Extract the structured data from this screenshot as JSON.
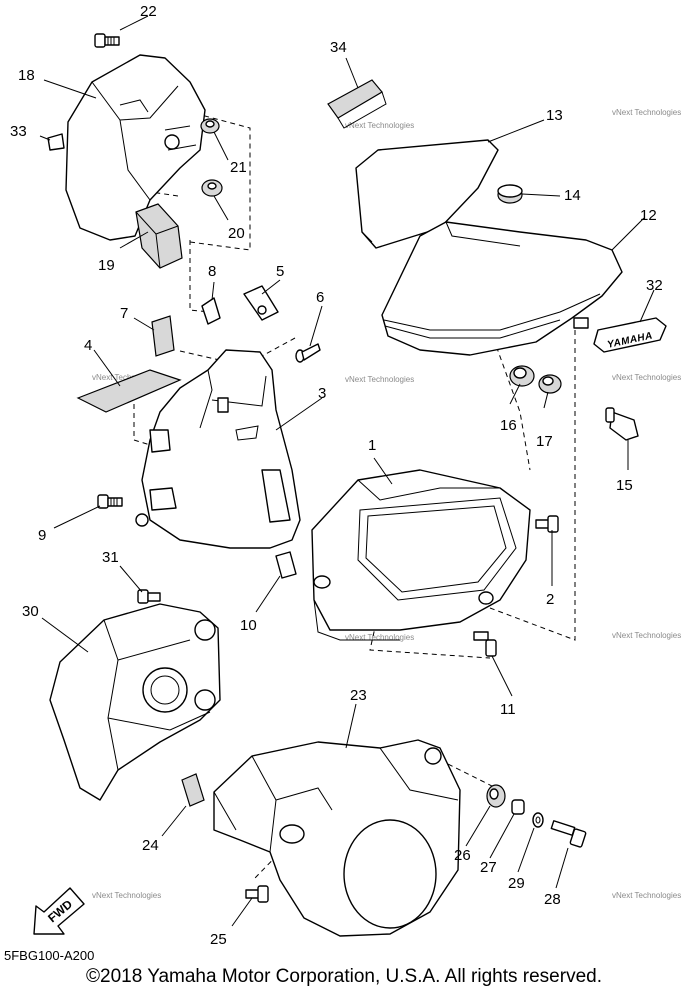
{
  "callouts": [
    "1",
    "2",
    "3",
    "4",
    "5",
    "6",
    "7",
    "8",
    "9",
    "10",
    "11",
    "12",
    "13",
    "14",
    "15",
    "16",
    "17",
    "18",
    "19",
    "20",
    "21",
    "22",
    "23",
    "24",
    "25",
    "26",
    "27",
    "28",
    "29",
    "30",
    "31",
    "32",
    "33",
    "34"
  ],
  "watermark": "vNext Technologies",
  "emblem_text": "YAMAHA",
  "fwd_label": "FWD",
  "diagram_code": "5FBG100-A200",
  "copyright": "©2018 Yamaha Motor Corporation, U.S.A. All rights reserved."
}
